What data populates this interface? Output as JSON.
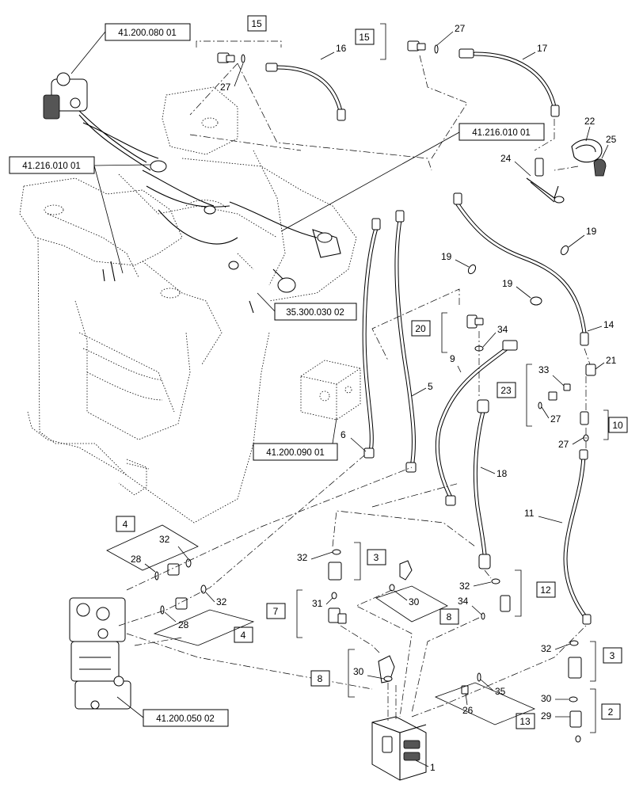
{
  "references": {
    "r1": "41.200.080 01",
    "r2": "41.216.010 01",
    "r3": "41.216.010 01",
    "r4": "35.300.030 02",
    "r5": "41.200.090 01",
    "r6": "41.200.050 02"
  },
  "callouts": {
    "c1": "1",
    "c2": "2",
    "c3": "3",
    "c3b": "3",
    "c4": "4",
    "c4b": "4",
    "c5": "5",
    "c6": "6",
    "c7": "7",
    "c8": "8",
    "c8b": "8",
    "c9": "9",
    "c10": "10",
    "c11": "11",
    "c12": "12",
    "c13": "13",
    "c14": "14",
    "c15": "15",
    "c15b": "15",
    "c16": "16",
    "c17": "17",
    "c18": "18",
    "c19a": "19",
    "c19b": "19",
    "c19c": "19",
    "c20": "20",
    "c21": "21",
    "c22": "22",
    "c23": "23",
    "c24": "24",
    "c25": "25",
    "c26": "26",
    "c27a": "27",
    "c27b": "27",
    "c27c": "27",
    "c27d": "27",
    "c28a": "28",
    "c28b": "28",
    "c29": "29",
    "c30a": "30",
    "c30b": "30",
    "c30c": "30",
    "c31": "31",
    "c32a": "32",
    "c32b": "32",
    "c32c": "32",
    "c32d": "32",
    "c32e": "32",
    "c33": "33",
    "c34a": "34",
    "c34b": "34",
    "c35": "35"
  }
}
